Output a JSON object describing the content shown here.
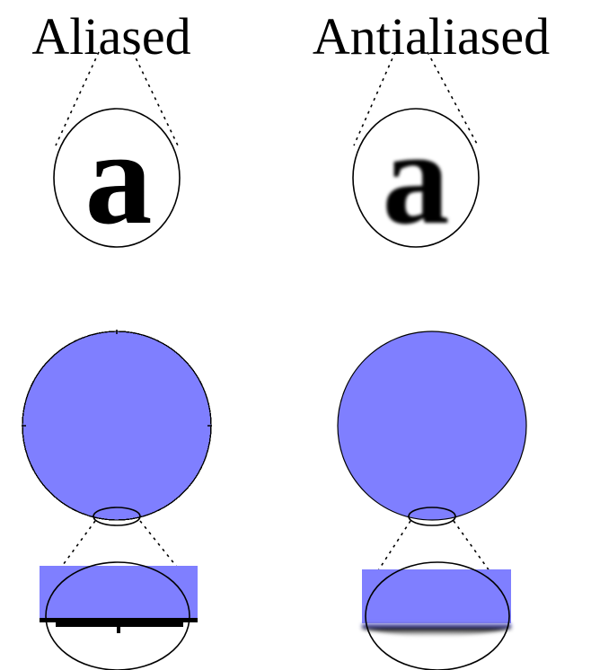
{
  "labels": {
    "aliased": "Aliased",
    "antialiased": "Antialiased"
  },
  "glyph_letter": "a",
  "colors": {
    "fill": "#7f7fff",
    "stroke": "#000000",
    "background": "#ffffff"
  }
}
